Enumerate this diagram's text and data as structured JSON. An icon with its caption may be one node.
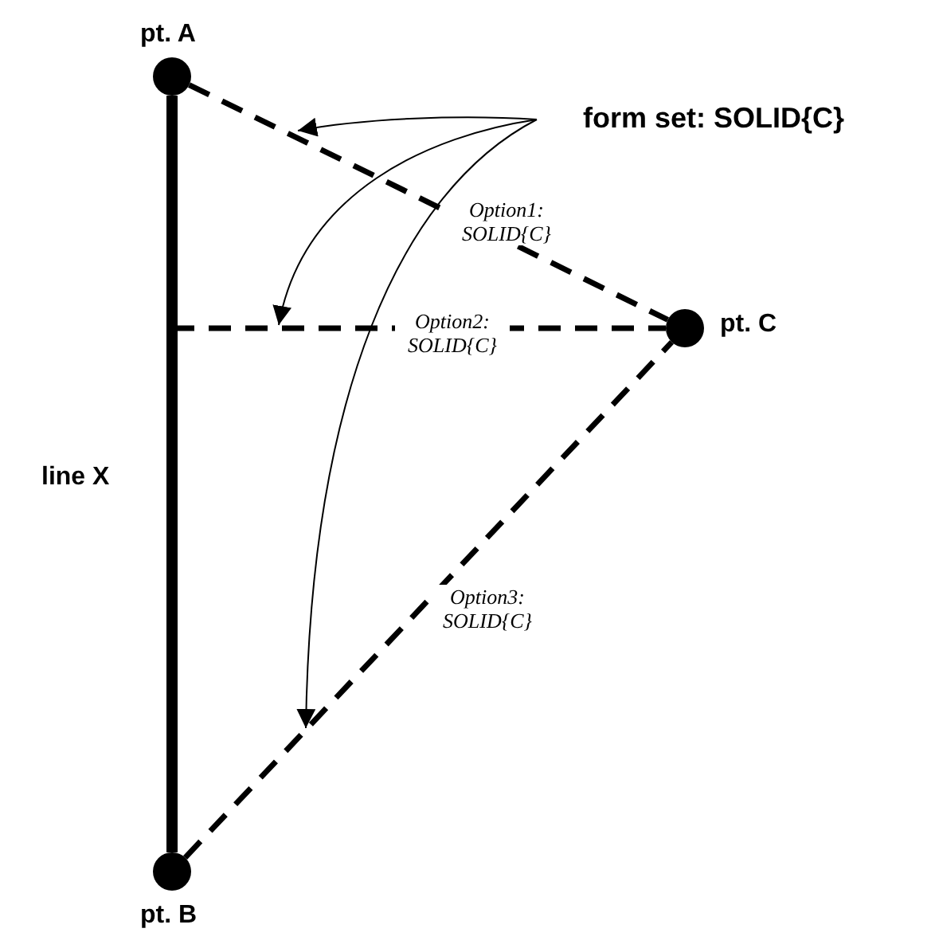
{
  "diagram": {
    "nodes": [
      {
        "text": [
          "pt. A"
        ]
      },
      {
        "text": [
          "pt. C"
        ]
      },
      {
        "text": [
          "pt. B"
        ]
      },
      {
        "text": [
          "form set: SOLID{C}"
        ]
      }
    ],
    "edges": [
      {
        "from": 0,
        "to": 2,
        "arrow": "none",
        "style": "thick",
        "label": "line X"
      },
      {
        "from": 0,
        "to": 1,
        "arrow": "none",
        "style": "dashed",
        "label": "Option1: SOLID{C}"
      },
      {
        "from": null,
        "to": 1,
        "arrow": "none",
        "style": "dashed",
        "label": "Option2: SOLID{C}"
      },
      {
        "from": 2,
        "to": 1,
        "arrow": "none",
        "style": "dashed",
        "label": "Option3: SOLID{C}"
      },
      {
        "from": 3,
        "to": null,
        "arrow": "to"
      },
      {
        "from": 3,
        "to": null,
        "arrow": "to"
      },
      {
        "from": 3,
        "to": null,
        "arrow": "to"
      }
    ]
  }
}
